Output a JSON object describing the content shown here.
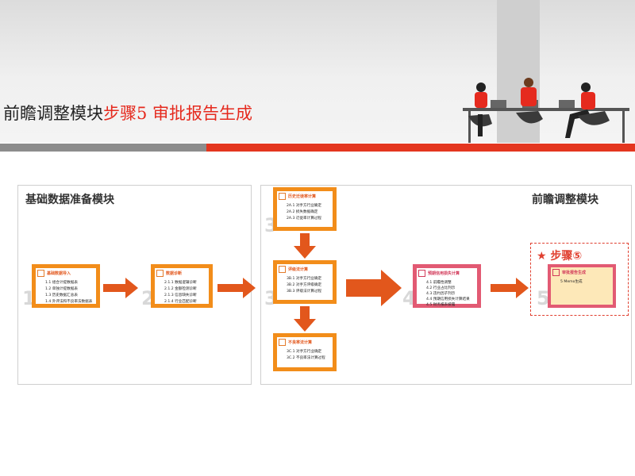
{
  "header": {
    "title_main": "前瞻调整模块",
    "title_step": "步骤5 审批报告生成"
  },
  "colors": {
    "accent": "#e4361f",
    "orange": "#f28d1a",
    "pink": "#e25a73",
    "grey": "#8c8c8c"
  },
  "left_panel": {
    "title": "基础数据准备模块",
    "cards": [
      {
        "num": "1",
        "title": "基础数据导入",
        "icon": "table-icon",
        "lines": [
          "1.1 组合计提数据表",
          "1.2 单独计提数据表",
          "1.3 历史数据汇总表",
          "1.4 外评法和不良率法数据表"
        ]
      },
      {
        "num": "2",
        "title": "数据诊断",
        "icon": "diagnosis-icon",
        "lines": [
          "2.1.1 数据逻辑诊断",
          "2.1.2 金额检测诊断",
          "2.1.3 信息缺失诊断",
          "2.1.4 行业匹配诊断"
        ]
      }
    ]
  },
  "right_panel": {
    "title": "前瞻调整模块",
    "cards": [
      {
        "num": "3",
        "title": "历史迁徙率计算",
        "icon": "chart-icon",
        "lines": [
          "2A.1 对手方行业确定",
          "2A.2 损失数据确定",
          "2A.3 迁徙率计算过程"
        ]
      },
      {
        "num": "3",
        "title": "评级法计算",
        "icon": "chart-icon",
        "lines": [
          "3B.1 对手方行业确定",
          "3B.2 对手方评级确定",
          "3B.3 评级法计算过程"
        ]
      },
      {
        "num": "",
        "title": "不良率法计算",
        "icon": "chart-icon",
        "lines": [
          "3C.1 对手方行业确定",
          "3C.2 不良率法计算过程"
        ]
      },
      {
        "num": "4",
        "title": "预期信用损失计算",
        "icon": "chart-icon",
        "lines": [
          "4.1 前瞻性调整",
          "4.2 行业占比列示",
          "4.3 违约因子列示",
          "4.4 预期信用损失计算结果",
          "4.5 财务报表披露"
        ]
      }
    ],
    "step5": {
      "label": "★ 步骤⑤",
      "num": "5",
      "card_title": "审批报告生成",
      "lines": [
        "5 Memo生成"
      ]
    }
  }
}
